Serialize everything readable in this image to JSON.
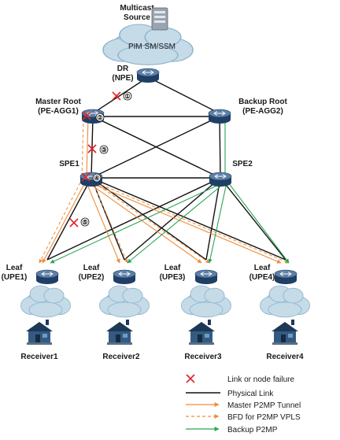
{
  "source": {
    "title_line1": "Multicast",
    "title_line2": "Source",
    "cloud_label": "PIM SM/SSM"
  },
  "nodes": {
    "dr": {
      "line1": "DR",
      "line2": "(NPE)"
    },
    "master_root": {
      "line1": "Master Root",
      "line2": "(PE-AGG1)"
    },
    "backup_root": {
      "line1": "Backup Root",
      "line2": "(PE-AGG2)"
    },
    "spe1": {
      "line1": "SPE1"
    },
    "spe2": {
      "line1": "SPE2"
    },
    "leaves": [
      {
        "line1": "Leaf",
        "line2": "(UPE1)"
      },
      {
        "line1": "Leaf",
        "line2": "(UPE2)"
      },
      {
        "line1": "Leaf",
        "line2": "(UPE3)"
      },
      {
        "line1": "Leaf",
        "line2": "(UPE4)"
      }
    ]
  },
  "receivers": [
    "Receiver1",
    "Receiver2",
    "Receiver3",
    "Receiver4"
  ],
  "failure_points": [
    "①",
    "②",
    "③",
    "④",
    "⑤"
  ],
  "legend": [
    {
      "label": "Link or node failure",
      "style": "x-mark",
      "color": "#e0242a"
    },
    {
      "label": "Physical Link",
      "style": "solid",
      "color": "#111111"
    },
    {
      "label": "Master P2MP Tunnel",
      "style": "arrow",
      "color": "#f08c3a"
    },
    {
      "label": "BFD for P2MP VPLS",
      "style": "dashed-arrow",
      "color": "#f08c3a"
    },
    {
      "label": "Backup P2MP",
      "style": "arrow",
      "color": "#2aa655"
    }
  ],
  "colors": {
    "router_top": "#5d7fa6",
    "router_side": "#1f3f66",
    "cloud": "#c5dbe8",
    "failure": "#e0242a"
  }
}
